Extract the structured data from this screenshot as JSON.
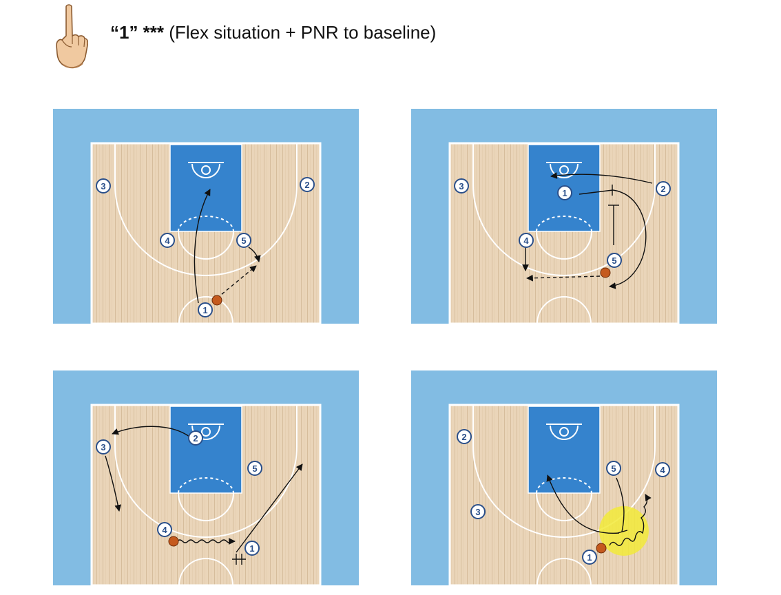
{
  "title": {
    "play_name": "“1” ***",
    "description": "(Flex situation + PNR to baseline)"
  },
  "icons": {
    "header": "pointing-finger-icon"
  },
  "colors": {
    "court_outer": "#82bce3",
    "paint": "#3583cd",
    "floor": "#e8d2b5",
    "highlight": "#f2ea3a",
    "ball": "#c55a1e"
  },
  "diagrams": [
    {
      "players": [
        "1",
        "2",
        "3",
        "4",
        "5"
      ]
    },
    {
      "players": [
        "1",
        "2",
        "3",
        "4",
        "5"
      ]
    },
    {
      "players": [
        "1",
        "2",
        "3",
        "4",
        "5"
      ]
    },
    {
      "players": [
        "1",
        "2",
        "3",
        "4",
        "5"
      ]
    }
  ]
}
